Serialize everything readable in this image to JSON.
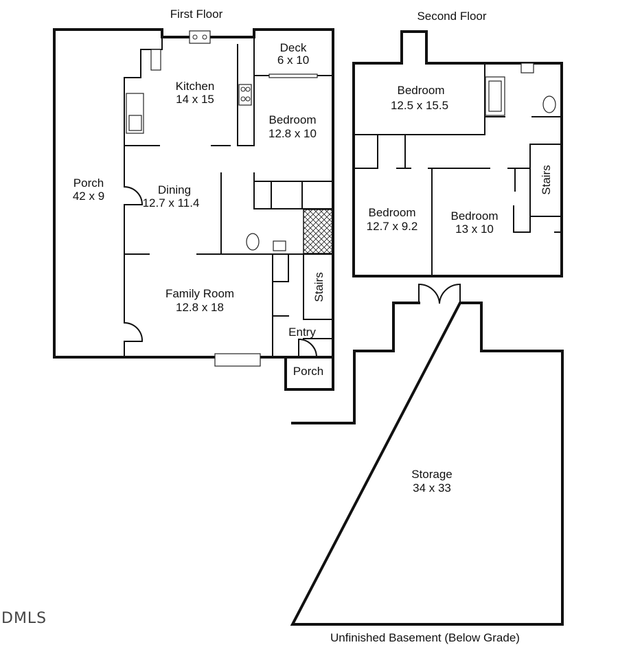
{
  "floors": {
    "first": {
      "title": "First Floor",
      "rooms": {
        "porch_side": {
          "name": "Porch",
          "size": "42 x 9"
        },
        "kitchen": {
          "name": "Kitchen",
          "size": "14 x 15"
        },
        "deck": {
          "name": "Deck",
          "size": "6 x 10"
        },
        "bedroom": {
          "name": "Bedroom",
          "size": "12.8 x 10"
        },
        "dining": {
          "name": "Dining",
          "size": "12.7 x 11.4"
        },
        "family": {
          "name": "Family Room",
          "size": "12.8 x 18"
        },
        "stairs": {
          "name": "Stairs"
        },
        "entry": {
          "name": "Entry"
        },
        "porch_front": {
          "name": "Porch"
        }
      }
    },
    "second": {
      "title": "Second Floor",
      "rooms": {
        "bedroom_top": {
          "name": "Bedroom",
          "size": "12.5 x 15.5"
        },
        "bedroom_left": {
          "name": "Bedroom",
          "size": "12.7 x 9.2"
        },
        "bedroom_right": {
          "name": "Bedroom",
          "size": "13 x 10"
        },
        "stairs": {
          "name": "Stairs"
        }
      }
    },
    "basement": {
      "title": "Unfinished Basement (Below Grade)",
      "rooms": {
        "storage": {
          "name": "Storage",
          "size": "34 x 33"
        }
      }
    }
  },
  "logo": {
    "text": "DMLS"
  }
}
